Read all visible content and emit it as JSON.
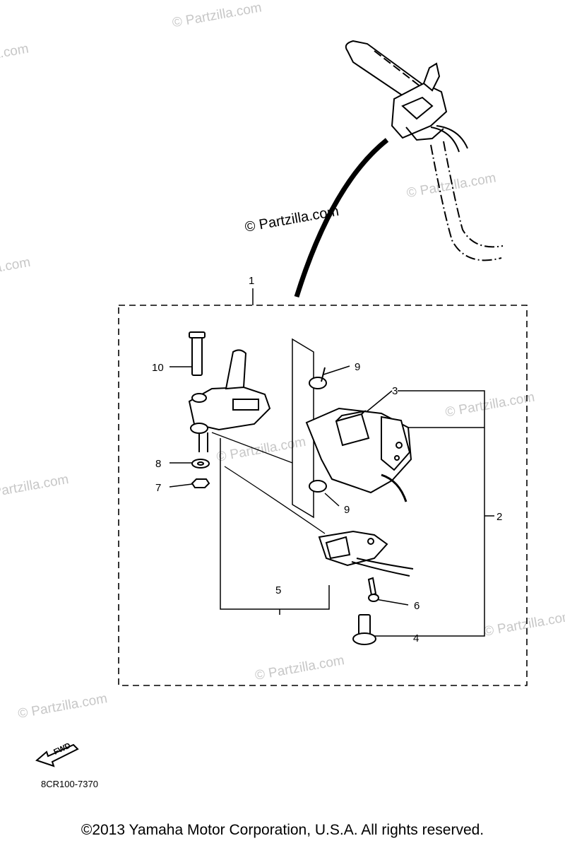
{
  "watermarks": {
    "main": "© Partzilla.com",
    "faint": "© Partzilla.com"
  },
  "callouts": [
    "1",
    "2",
    "3",
    "4",
    "5",
    "6",
    "7",
    "8",
    "9",
    "9",
    "10"
  ],
  "fwd_label": "FWD",
  "part_number": "8CR100-7370",
  "copyright": "©2013 Yamaha Motor Corporation, U.S.A. All rights reserved."
}
